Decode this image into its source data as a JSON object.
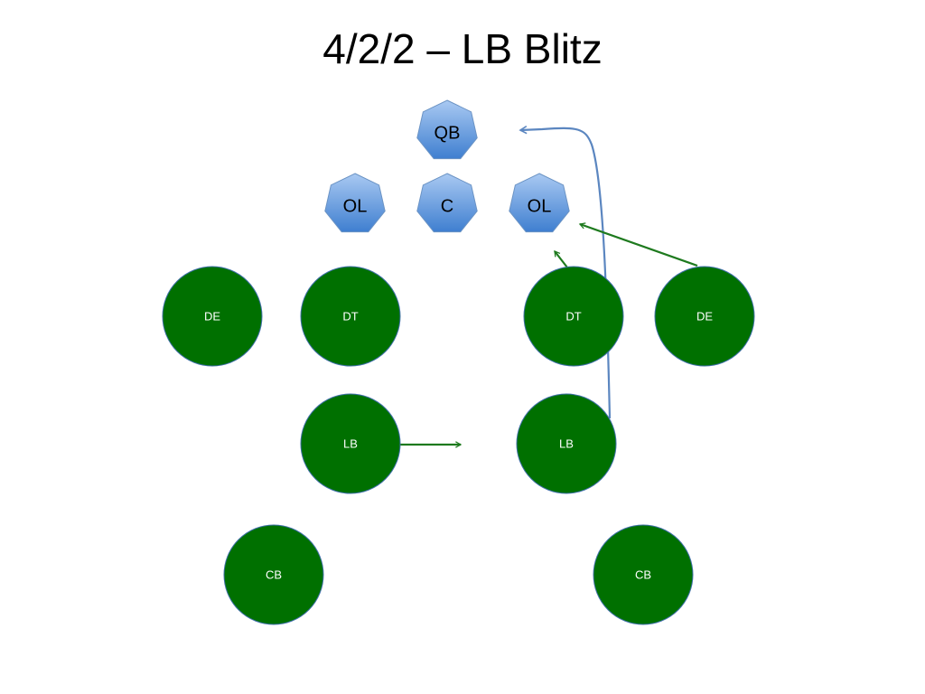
{
  "slide": {
    "title": "4/2/2 – LB Blitz"
  },
  "colors": {
    "offense_fill_top": "#a9c9f2",
    "offense_fill_bottom": "#3f7fd0",
    "offense_stroke": "#6b93c4",
    "defense_fill": "#007000",
    "defense_stroke": "#3f6fa8",
    "defense_arrow": "#1e7a1e",
    "blitz_route": "#5b86c0"
  },
  "offense": {
    "qb": "QB",
    "ol_left": "OL",
    "center": "C",
    "ol_right": "OL"
  },
  "defense": {
    "de_left": "DE",
    "dt_left": "DT",
    "dt_right": "DT",
    "de_right": "DE",
    "lb_left": "LB",
    "lb_right": "LB",
    "cb_left": "CB",
    "cb_right": "CB"
  }
}
